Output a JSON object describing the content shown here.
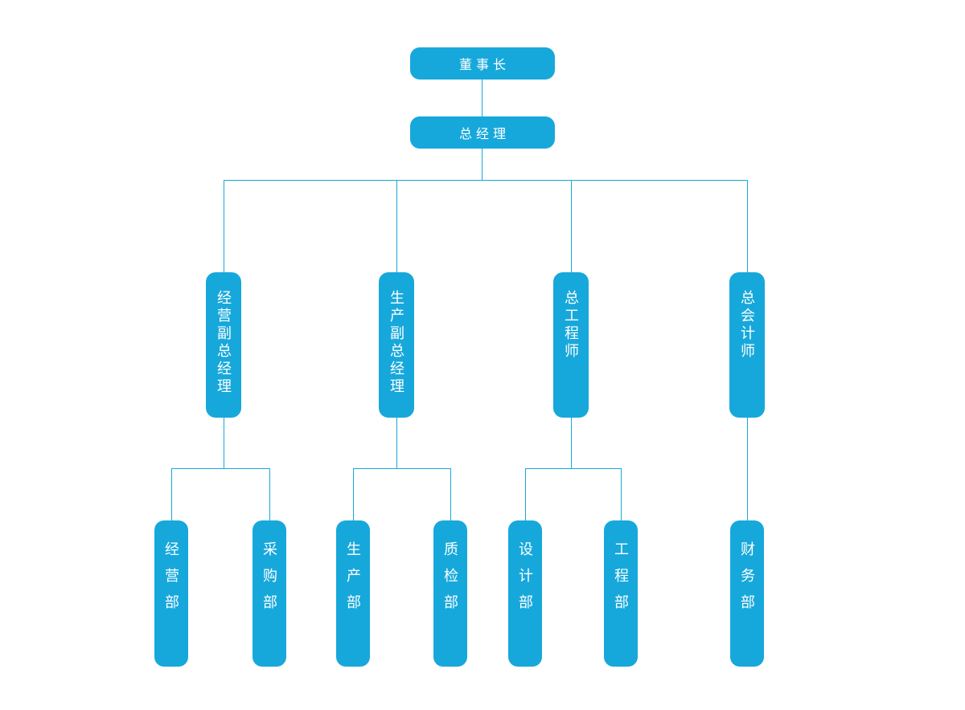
{
  "chart": {
    "type": "org-chart",
    "colors": {
      "accent": "#17a8db",
      "text": "#ffffff",
      "background": "#ffffff"
    },
    "chairman": {
      "label": "董事长"
    },
    "general_manager": {
      "label": "总经理"
    },
    "branches": [
      {
        "label": "经营副总经理",
        "departments": [
          {
            "label": "经营部"
          },
          {
            "label": "采购部"
          }
        ]
      },
      {
        "label": "生产副总经理",
        "departments": [
          {
            "label": "生产部"
          },
          {
            "label": "质检部"
          }
        ]
      },
      {
        "label": "总工程师",
        "departments": [
          {
            "label": "设计部"
          },
          {
            "label": "工程部"
          }
        ]
      },
      {
        "label": "总会计师",
        "departments": [
          {
            "label": "财务部"
          }
        ]
      }
    ]
  }
}
